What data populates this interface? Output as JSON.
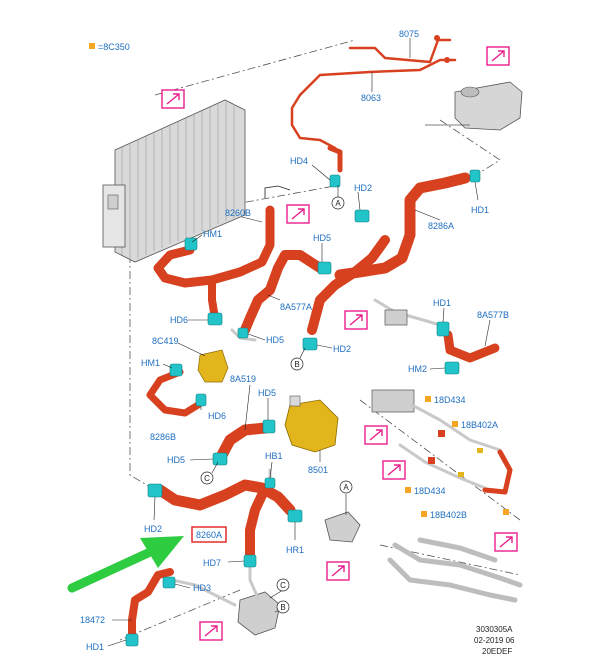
{
  "legend": {
    "text": "=8C350",
    "swatch_color": "#f5a623"
  },
  "colors": {
    "hose": "#d8411f",
    "hose_dark": "#a82f14",
    "clamp": "#23c4c9",
    "tube": "#c9c9c9",
    "accent_magenta": "#e91e8c",
    "arrow_green": "#2ecc40",
    "label_blue": "#1f6fc0",
    "highlight_red": "#e02020",
    "pump": "#e3b51c"
  },
  "labels": {
    "l8075": "8075",
    "l8063": "8063",
    "hd4": "HD4",
    "hd2_top": "HD2",
    "hd1_top": "HD1",
    "l8286A": "8286A",
    "l8260B": "8260B",
    "hm1_top": "HM1",
    "hd5_mid": "HD5",
    "l8A577A": "8A577A",
    "hd6_a": "HD6",
    "hd5_b": "HD5",
    "hd2_mid": "HD2",
    "hd1_right": "HD1",
    "l8A577B": "8A577B",
    "hm2": "HM2",
    "l8C419": "8C419",
    "hm1_left": "HM1",
    "l8A519": "8A519",
    "hd6_b": "HD6",
    "hd5_c": "HD5",
    "l8286B": "8286B",
    "hd5_d": "HD5",
    "hb1": "HB1",
    "l8501": "8501",
    "hd2_low": "HD2",
    "l8260A": "8260A",
    "hr1": "HR1",
    "hd7": "HD7",
    "hd3": "HD3",
    "l18472": "18472",
    "hd1_bottom": "HD1",
    "l18D434_a": "18D434",
    "l18B402A": "18B402A",
    "l18D434_b": "18D434",
    "l18B402B": "18B402B"
  },
  "circle_markers": {
    "a_top": "A",
    "b_mid": "B",
    "c_mid": "C",
    "a_right": "A",
    "c_bottom": "C",
    "b_bottom": "B"
  },
  "footer": {
    "line1": "3030305A",
    "line2": "02-2019 06",
    "line3": "20EDEF"
  }
}
